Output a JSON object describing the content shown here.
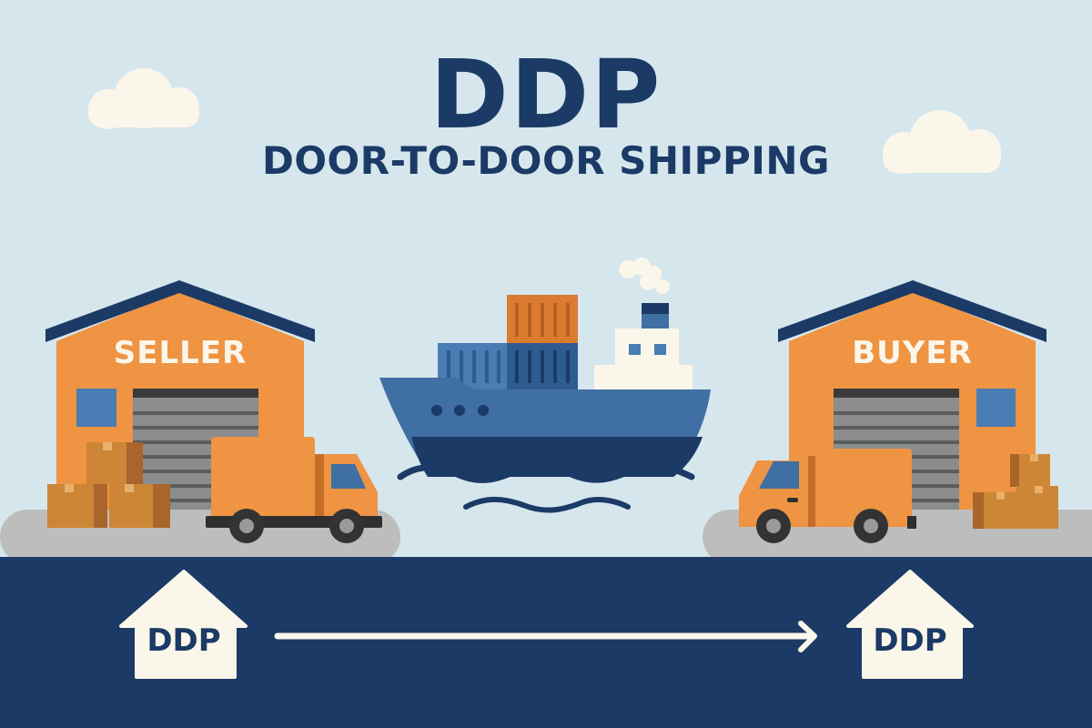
{
  "header": {
    "title": "DDP",
    "subtitle": "DOOR-TO-DOOR SHIPPING"
  },
  "scene": {
    "origin_warehouse_label": "SELLER",
    "destination_warehouse_label": "BUYER",
    "transport": "cargo-ship"
  },
  "flow": {
    "start_label": "DDP",
    "end_label": "DDP",
    "direction": "left-to-right"
  },
  "colors": {
    "sky": "#d6e6ed",
    "navy": "#1b3a66",
    "orange": "#ee9442",
    "ship_blue": "#3f6fa3",
    "cream": "#fbf6ea",
    "ground_gray": "#bdbdbd"
  }
}
